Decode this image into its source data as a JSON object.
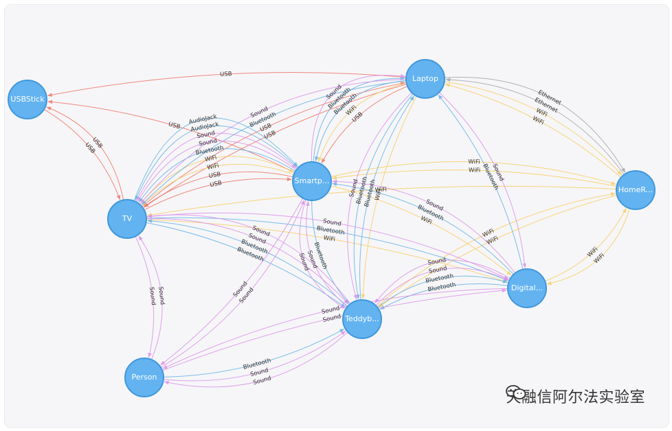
{
  "nodes": [
    {
      "id": "usb",
      "label": "USBStick"
    },
    {
      "id": "laptop",
      "label": "Laptop"
    },
    {
      "id": "smart",
      "label": "Smartp..."
    },
    {
      "id": "tv",
      "label": "TV"
    },
    {
      "id": "home",
      "label": "HomeR..."
    },
    {
      "id": "digital",
      "label": "Digital..."
    },
    {
      "id": "teddy",
      "label": "Teddyb..."
    },
    {
      "id": "person",
      "label": "Person"
    }
  ],
  "edges": [
    {
      "from": "laptop",
      "to": "usb",
      "label": "USB",
      "type": "USB"
    },
    {
      "from": "smart",
      "to": "usb",
      "label": "USB",
      "type": "USB"
    },
    {
      "from": "usb",
      "to": "tv",
      "label": "USB",
      "type": "USB"
    },
    {
      "from": "tv",
      "to": "usb",
      "label": "USB",
      "type": "USB"
    },
    {
      "from": "laptop",
      "to": "tv",
      "label": "USB",
      "type": "USB"
    },
    {
      "from": "tv",
      "to": "smart",
      "label": "USB",
      "type": "USB"
    },
    {
      "from": "smart",
      "to": "tv",
      "label": "USB",
      "type": "USB"
    },
    {
      "from": "tv",
      "to": "laptop",
      "label": "USB",
      "type": "USB"
    },
    {
      "from": "laptop",
      "to": "smart",
      "label": "USB",
      "type": "USB"
    },
    {
      "from": "home",
      "to": "tv",
      "label": "WiFi",
      "type": "WiFi"
    },
    {
      "from": "laptop",
      "to": "smart",
      "label": "WiFi",
      "type": "WiFi"
    },
    {
      "from": "smart",
      "to": "tv",
      "label": "WiFi",
      "type": "WiFi"
    },
    {
      "from": "tv",
      "to": "smart",
      "label": "WiFi",
      "type": "WiFi"
    },
    {
      "from": "home",
      "to": "laptop",
      "label": "WiFi",
      "type": "WiFi"
    },
    {
      "from": "laptop",
      "to": "home",
      "label": "WiFi",
      "type": "WiFi"
    },
    {
      "from": "home",
      "to": "smart",
      "label": "WiFi",
      "type": "WiFi"
    },
    {
      "from": "smart",
      "to": "home",
      "label": "WiFi",
      "type": "WiFi"
    },
    {
      "from": "digital",
      "to": "home",
      "label": "WiFi",
      "type": "WiFi"
    },
    {
      "from": "home",
      "to": "digital",
      "label": "WiFi",
      "type": "WiFi"
    },
    {
      "from": "home",
      "to": "teddy",
      "label": "WiFi",
      "type": "WiFi"
    },
    {
      "from": "teddy",
      "to": "home",
      "label": "WiFi",
      "type": "WiFi"
    },
    {
      "from": "tv",
      "to": "digital",
      "label": "WiFi",
      "type": "WiFi"
    },
    {
      "from": "smart",
      "to": "digital",
      "label": "WiFi",
      "type": "WiFi"
    },
    {
      "from": "laptop",
      "to": "teddy",
      "label": "WiFi",
      "type": "WiFi"
    },
    {
      "from": "home",
      "to": "laptop",
      "label": "Ethernet",
      "type": "Ethernet"
    },
    {
      "from": "laptop",
      "to": "home",
      "label": "Ethernet",
      "type": "Ethernet"
    },
    {
      "from": "laptop",
      "to": "smart",
      "label": "Bluetooth",
      "type": "Bluetooth"
    },
    {
      "from": "smart",
      "to": "laptop",
      "label": "Bluetooth",
      "type": "Bluetooth"
    },
    {
      "from": "laptop",
      "to": "tv",
      "label": "Bluetooth",
      "type": "Bluetooth"
    },
    {
      "from": "smart",
      "to": "tv",
      "label": "Bluetooth",
      "type": "Bluetooth"
    },
    {
      "from": "tv",
      "to": "teddy",
      "label": "Bluetooth",
      "type": "Bluetooth"
    },
    {
      "from": "teddy",
      "to": "tv",
      "label": "Bluetooth",
      "type": "Bluetooth"
    },
    {
      "from": "tv",
      "to": "digital",
      "label": "Bluetooth",
      "type": "Bluetooth"
    },
    {
      "from": "digital",
      "to": "laptop",
      "label": "Bluetooth",
      "type": "Bluetooth"
    },
    {
      "from": "digital",
      "to": "teddy",
      "label": "Bluetooth",
      "type": "Bluetooth"
    },
    {
      "from": "teddy",
      "to": "digital",
      "label": "Bluetooth",
      "type": "Bluetooth"
    },
    {
      "from": "smart",
      "to": "teddy",
      "label": "Bluetooth",
      "type": "Bluetooth"
    },
    {
      "from": "teddy",
      "to": "laptop",
      "label": "Bluetooth",
      "type": "Bluetooth"
    },
    {
      "from": "digital",
      "to": "smart",
      "label": "Bluetooth",
      "type": "Bluetooth"
    },
    {
      "from": "person",
      "to": "teddy",
      "label": "Bluetooth",
      "type": "Bluetooth"
    },
    {
      "from": "laptop",
      "to": "teddy",
      "label": "Bluetooth",
      "type": "Bluetooth"
    },
    {
      "from": "laptop",
      "to": "tv",
      "label": "Sound",
      "type": "Sound"
    },
    {
      "from": "smart",
      "to": "laptop",
      "label": "Sound",
      "type": "Sound"
    },
    {
      "from": "smart",
      "to": "tv",
      "label": "Sound",
      "type": "Sound"
    },
    {
      "from": "tv",
      "to": "smart",
      "label": "Sound",
      "type": "Sound"
    },
    {
      "from": "tv",
      "to": "person",
      "label": "Sound",
      "type": "Sound"
    },
    {
      "from": "person",
      "to": "tv",
      "label": "Sound",
      "type": "Sound"
    },
    {
      "from": "smart",
      "to": "person",
      "label": "Sound",
      "type": "Sound"
    },
    {
      "from": "person",
      "to": "smart",
      "label": "Sound",
      "type": "Sound"
    },
    {
      "from": "tv",
      "to": "teddy",
      "label": "Sound",
      "type": "Sound"
    },
    {
      "from": "teddy",
      "to": "tv",
      "label": "Sound",
      "type": "Sound"
    },
    {
      "from": "person",
      "to": "teddy",
      "label": "Sound",
      "type": "Sound"
    },
    {
      "from": "teddy",
      "to": "person",
      "label": "Sound",
      "type": "Sound"
    },
    {
      "from": "person",
      "to": "digital",
      "label": "Sound",
      "type": "Sound"
    },
    {
      "from": "digital",
      "to": "person",
      "label": "Sound",
      "type": "Sound"
    },
    {
      "from": "teddy",
      "to": "digital",
      "label": "Sound",
      "type": "Sound"
    },
    {
      "from": "digital",
      "to": "teddy",
      "label": "Sound",
      "type": "Sound"
    },
    {
      "from": "tv",
      "to": "digital",
      "label": "Sound",
      "type": "Sound"
    },
    {
      "from": "laptop",
      "to": "digital",
      "label": "Sound",
      "type": "Sound"
    },
    {
      "from": "digital",
      "to": "smart",
      "label": "Sound",
      "type": "Sound"
    },
    {
      "from": "teddy",
      "to": "smart",
      "label": "Sound",
      "type": "Sound"
    },
    {
      "from": "smart",
      "to": "teddy",
      "label": "Sound",
      "type": "Sound"
    },
    {
      "from": "laptop",
      "to": "teddy",
      "label": "Sound",
      "type": "Sound"
    },
    {
      "from": "smart",
      "to": "tv",
      "label": "AudioJack",
      "type": "AudioJack"
    },
    {
      "from": "tv",
      "to": "smart",
      "label": "AudioJack",
      "type": "AudioJack"
    }
  ],
  "edge_colors": {
    "USB": "#f07b6f",
    "WiFi": "#f8cf6a",
    "Ethernet": "#aaaaaa",
    "Bluetooth": "#6db5e6",
    "Sound": "#dc95ea",
    "AudioJack": "#6db5e6"
  },
  "node_color": "#63b3f0",
  "watermark_text": "天融信阿尔法实验室",
  "watermark_icon": "wechat-icon"
}
